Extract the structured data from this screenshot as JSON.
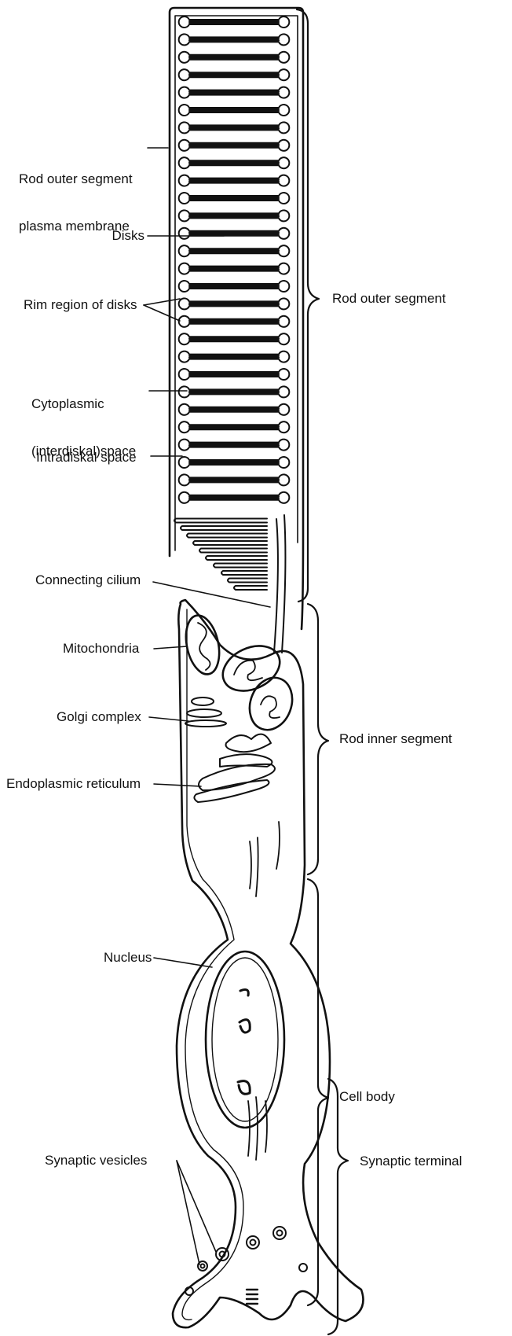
{
  "labels": {
    "plasma_membrane": [
      "Rod outer segment",
      "plasma membrane"
    ],
    "disks": "Disks",
    "rim_region": "Rim region of disks",
    "cytoplasmic_space": [
      "Cytoplasmic",
      "(interdiskal)space"
    ],
    "intradiskal_space": "Intradiskal space",
    "connecting_cilium": "Connecting cilium",
    "mitochondria": "Mitochondria",
    "golgi": "Golgi complex",
    "er": "Endoplasmic reticulum",
    "nucleus": "Nucleus",
    "synaptic_vesicles": "Synaptic vesicles"
  },
  "regions": {
    "outer_segment": "Rod outer segment",
    "inner_segment": "Rod inner segment",
    "cell_body": "Cell body",
    "synaptic_terminal": "Synaptic terminal"
  }
}
